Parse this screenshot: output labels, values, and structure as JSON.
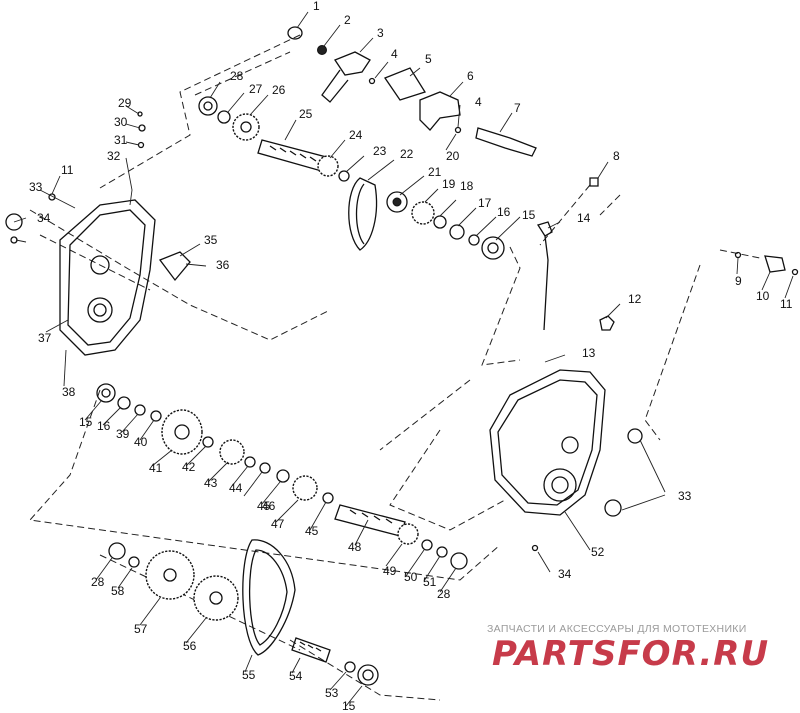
{
  "diagram": {
    "part_numbers": [
      "1",
      "2",
      "3",
      "4",
      "5",
      "6",
      "4",
      "7",
      "8",
      "9",
      "10",
      "11",
      "12",
      "13",
      "14",
      "15",
      "16",
      "17",
      "18",
      "19",
      "20",
      "21",
      "22",
      "23",
      "24",
      "25",
      "26",
      "27",
      "28",
      "29",
      "30",
      "31",
      "32",
      "33",
      "11",
      "34",
      "35",
      "36",
      "37",
      "38",
      "15",
      "16",
      "39",
      "40",
      "41",
      "42",
      "43",
      "44",
      "45",
      "46",
      "47",
      "45",
      "48",
      "49",
      "50",
      "51",
      "28",
      "52",
      "33",
      "34",
      "28",
      "58",
      "57",
      "56",
      "55",
      "54",
      "53",
      "15"
    ]
  },
  "watermark": {
    "tagline": "ЗАПЧАСТИ И АКСЕССУАРЫ ДЛЯ МОТОТЕХНИКИ",
    "logo": "PARTSFOR.RU"
  },
  "colors": {
    "lines": "#111111",
    "watermark_logo": "#c73b4a",
    "watermark_text": "#9a9a9a"
  }
}
